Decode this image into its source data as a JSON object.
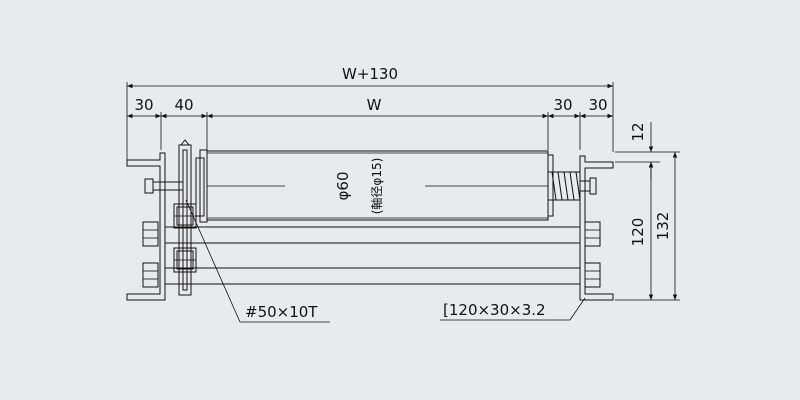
{
  "dimensions": {
    "overall_width": "W+130",
    "left_30": "30",
    "left_40": "40",
    "roller_width": "W",
    "right_30_a": "30",
    "right_30_b": "30",
    "top_12": "12",
    "height_120": "120",
    "height_132": "132"
  },
  "roller": {
    "diameter": "φ60",
    "axle": "(軸径φ15)"
  },
  "callouts": {
    "sprocket": "#50×10T",
    "frame_channel": "[120×30×3.2"
  },
  "colors": {
    "background": "#e6ebf0",
    "roller_fill": "#f3f3f3",
    "line": "#111111"
  }
}
